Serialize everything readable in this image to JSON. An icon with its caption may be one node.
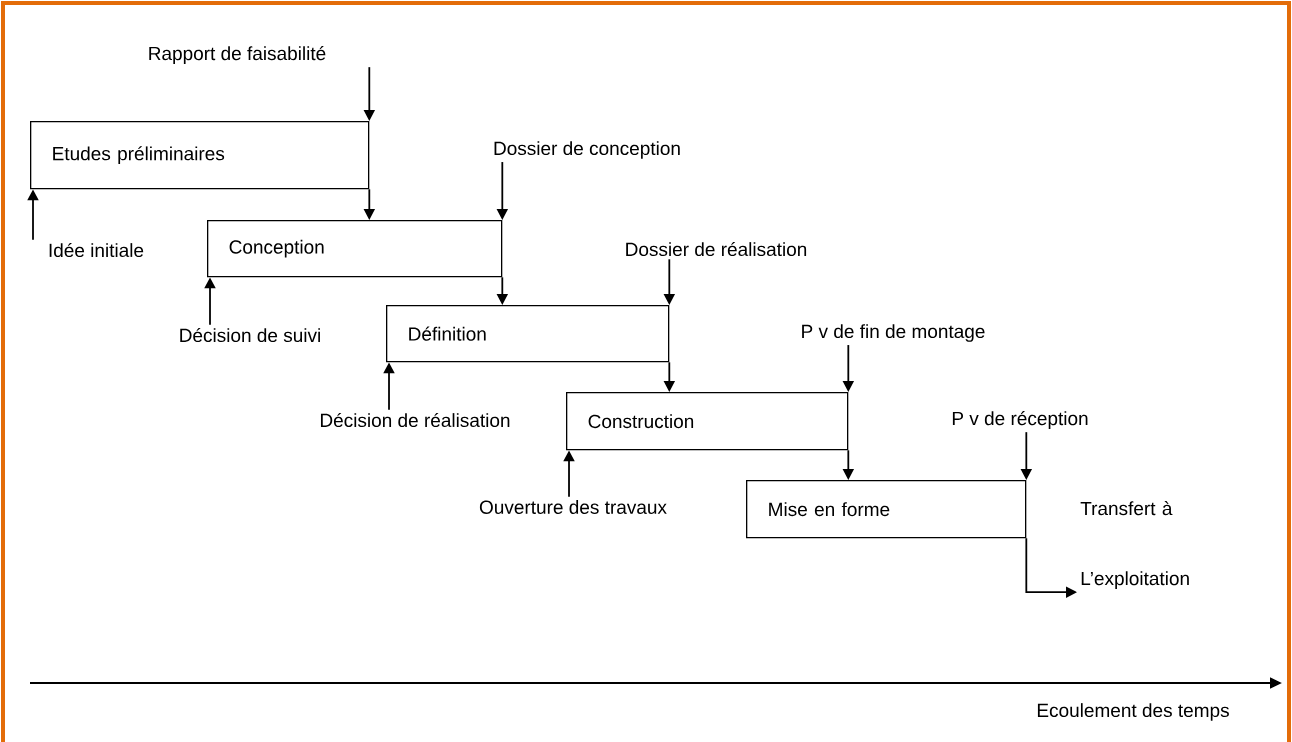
{
  "diagram": {
    "nodes": [
      {
        "text": [
          "Etudes préliminaires"
        ]
      },
      {
        "text": [
          "Conception"
        ]
      },
      {
        "text": [
          "Définition"
        ]
      },
      {
        "text": [
          "Construction"
        ]
      },
      {
        "text": [
          "Mise en forme"
        ]
      },
      {
        "text": [
          "Rapport de faisabilité"
        ]
      },
      {
        "text": [
          "Dossier de conception"
        ]
      },
      {
        "text": [
          "Dossier de réalisation"
        ]
      },
      {
        "text": [
          "P v de fin de montage"
        ]
      },
      {
        "text": [
          "P v de réception"
        ]
      },
      {
        "text": [
          "Idée initiale"
        ]
      },
      {
        "text": [
          "Décision de suivi"
        ]
      },
      {
        "text": [
          "Décision de réalisation"
        ]
      },
      {
        "text": [
          "Ouverture des travaux"
        ]
      },
      {
        "text": [
          "Transfert à L’exploitation"
        ]
      }
    ],
    "edges": [
      {
        "from": 5,
        "to": 0,
        "arrow": "to"
      },
      {
        "from": 10,
        "to": 0,
        "arrow": "to"
      },
      {
        "from": 0,
        "to": 1,
        "arrow": "to"
      },
      {
        "from": 6,
        "to": 1,
        "arrow": "to"
      },
      {
        "from": 11,
        "to": 1,
        "arrow": "to"
      },
      {
        "from": 1,
        "to": 2,
        "arrow": "to"
      },
      {
        "from": 7,
        "to": 2,
        "arrow": "to"
      },
      {
        "from": 12,
        "to": 2,
        "arrow": "to"
      },
      {
        "from": 2,
        "to": 3,
        "arrow": "to"
      },
      {
        "from": 8,
        "to": 3,
        "arrow": "to"
      },
      {
        "from": 13,
        "to": 3,
        "arrow": "to"
      },
      {
        "from": 3,
        "to": 4,
        "arrow": "to"
      },
      {
        "from": 9,
        "to": 4,
        "arrow": "to"
      },
      {
        "from": 4,
        "to": 14,
        "arrow": "to"
      }
    ],
    "labels": [
      "Ecoulement des temps"
    ]
  }
}
